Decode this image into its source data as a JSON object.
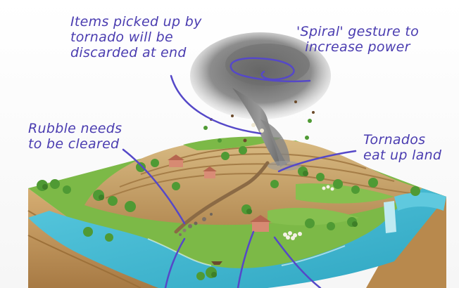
{
  "annotations": [
    {
      "id": "items",
      "text": "Items picked up by\ntornado will be\ndiscarded at end"
    },
    {
      "id": "spiral",
      "text": "'Spiral' gesture to\nincrease power"
    },
    {
      "id": "rubble",
      "text": "Rubble needs\nto be cleared"
    },
    {
      "id": "tornados",
      "text": "Tornados\neat up land"
    }
  ],
  "colors": {
    "annotation_text": "#4a3cb0",
    "annotation_line": "#5548c8",
    "water": "#3fb6cf",
    "grass": "#6fae3c",
    "earth": "#c9a26b",
    "tornado": "#7a7a7a"
  }
}
